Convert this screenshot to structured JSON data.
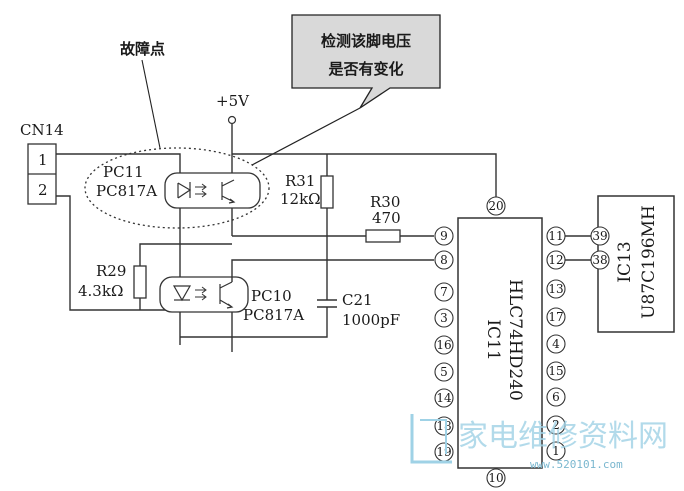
{
  "labels": {
    "fault_point": "故障点",
    "callout_line1": "检测该脚电压",
    "callout_line2": "是否有变化",
    "cn14": "CN14",
    "cn14_pin1": "1",
    "cn14_pin2": "2",
    "plus5v": "+5V",
    "pc11_name": "PC11",
    "pc11_type": "PC817A",
    "pc10_name": "PC10",
    "pc10_type": "PC817A",
    "r31_name": "R31",
    "r31_value": "12kΩ",
    "r30_name": "R30",
    "r30_value": "470",
    "r29_name": "R29",
    "r29_value": "4.3kΩ",
    "c21_name": "C21",
    "c21_value": "1000pF",
    "ic11_name": "IC11",
    "ic11_part": "HLC74HD240",
    "ic13_name": "IC13",
    "ic13_part": "U87C196MH",
    "watermark": "家电维修资料网",
    "watermark_url": "www.520101.com"
  },
  "ic11_pins": {
    "top": "20",
    "bottom": "10",
    "left": [
      "9",
      "8",
      "7",
      "3",
      "16",
      "5",
      "14",
      "18",
      "19"
    ],
    "right": [
      "11",
      "12",
      "13",
      "17",
      "4",
      "15",
      "6",
      "2",
      "1"
    ]
  },
  "ic13_pins": [
    "39",
    "38"
  ]
}
